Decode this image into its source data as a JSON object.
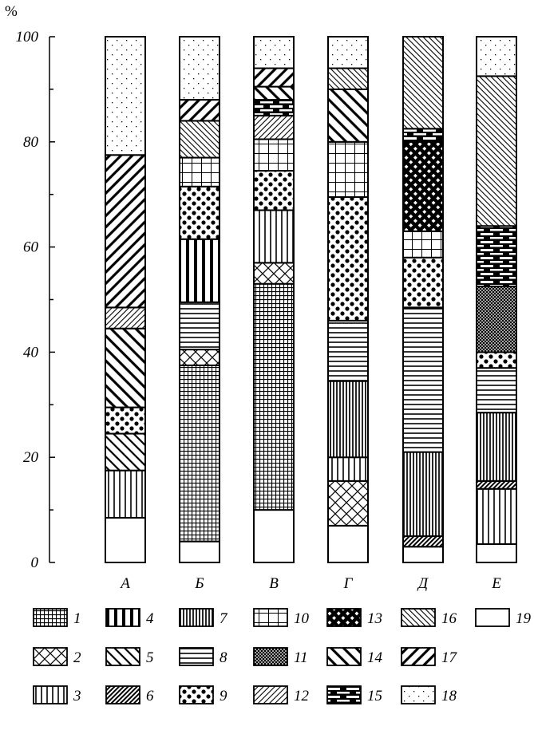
{
  "chart_data": {
    "type": "bar",
    "stacked": true,
    "title": "",
    "ylabel": "%",
    "xlabel": "",
    "ylim": [
      0,
      100
    ],
    "yticks": [
      "0",
      "20",
      "40",
      "60",
      "80",
      "100"
    ],
    "categories": [
      "А",
      "Б",
      "В",
      "Г",
      "Д",
      "Е"
    ],
    "stacks": [
      [
        {
          "k": "19",
          "v": 8.5
        },
        {
          "k": "3",
          "v": 9
        },
        {
          "k": "5",
          "v": 7
        },
        {
          "k": "9",
          "v": 5
        },
        {
          "k": "14",
          "v": 15
        },
        {
          "k": "12",
          "v": 4
        },
        {
          "k": "17",
          "v": 29
        },
        {
          "k": "18",
          "v": 22.5
        }
      ],
      [
        {
          "k": "19",
          "v": 4
        },
        {
          "k": "1",
          "v": 33.5
        },
        {
          "k": "2",
          "v": 3
        },
        {
          "k": "8",
          "v": 9
        },
        {
          "k": "4",
          "v": 12
        },
        {
          "k": "9",
          "v": 10
        },
        {
          "k": "10",
          "v": 5.5
        },
        {
          "k": "16",
          "v": 7
        },
        {
          "k": "17",
          "v": 4
        },
        {
          "k": "18",
          "v": 12
        }
      ],
      [
        {
          "k": "19",
          "v": 10
        },
        {
          "k": "1",
          "v": 43
        },
        {
          "k": "2",
          "v": 4
        },
        {
          "k": "3",
          "v": 10
        },
        {
          "k": "9",
          "v": 7.5
        },
        {
          "k": "10",
          "v": 6
        },
        {
          "k": "12",
          "v": 4.5
        },
        {
          "k": "15",
          "v": 3
        },
        {
          "k": "14",
          "v": 2.5
        },
        {
          "k": "17",
          "v": 3.5
        },
        {
          "k": "18",
          "v": 6
        }
      ],
      [
        {
          "k": "19",
          "v": 7
        },
        {
          "k": "2",
          "v": 8.5
        },
        {
          "k": "3",
          "v": 4.5
        },
        {
          "k": "7",
          "v": 14.5
        },
        {
          "k": "8",
          "v": 11.5
        },
        {
          "k": "9",
          "v": 23.5
        },
        {
          "k": "10",
          "v": 10.5
        },
        {
          "k": "14",
          "v": 10
        },
        {
          "k": "16",
          "v": 4
        },
        {
          "k": "18",
          "v": 6
        }
      ],
      [
        {
          "k": "19",
          "v": 3
        },
        {
          "k": "6",
          "v": 2
        },
        {
          "k": "7",
          "v": 16
        },
        {
          "k": "8",
          "v": 27.5
        },
        {
          "k": "9",
          "v": 9.5
        },
        {
          "k": "10",
          "v": 5
        },
        {
          "k": "13",
          "v": 17
        },
        {
          "k": "15",
          "v": 2.5
        },
        {
          "k": "16",
          "v": 17.5
        }
      ],
      [
        {
          "k": "19",
          "v": 3.5
        },
        {
          "k": "3",
          "v": 10.5
        },
        {
          "k": "6",
          "v": 1.5
        },
        {
          "k": "7",
          "v": 13
        },
        {
          "k": "8",
          "v": 8.5
        },
        {
          "k": "9",
          "v": 3
        },
        {
          "k": "11",
          "v": 12.5
        },
        {
          "k": "15",
          "v": 11.5
        },
        {
          "k": "16",
          "v": 28.5
        },
        {
          "k": "18",
          "v": 7.5
        }
      ]
    ],
    "legend": [
      "1",
      "2",
      "3",
      "4",
      "5",
      "6",
      "7",
      "8",
      "9",
      "10",
      "11",
      "12",
      "13",
      "14",
      "15",
      "16",
      "17",
      "18",
      "19"
    ],
    "legend_placement": "bottom",
    "grid": false
  }
}
